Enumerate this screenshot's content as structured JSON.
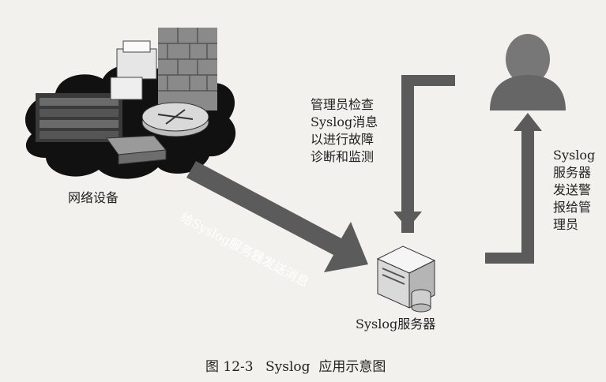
{
  "labels": {
    "network_devices": "网络设备",
    "send_to_server": "给Syslog服务器发送消息",
    "admin_check": [
      "管理员检查",
      "Syslog消息",
      "以进行故障",
      "诊断和监测"
    ],
    "server_alert": [
      "Syslog",
      "服务器",
      "发送警",
      "报给管",
      "理员"
    ],
    "syslog_server": "Syslog服务器"
  },
  "caption": {
    "figure_number": "图 12-3",
    "title": "Syslog  应用示意图"
  },
  "icons": {
    "network_devices": "network-equipment-cluster-icon",
    "server": "server-computer-icon",
    "administrator": "person-icon"
  },
  "colors": {
    "background": "#f3f1ee",
    "arrow": "#5b5b5b",
    "cloud": "#111111"
  }
}
